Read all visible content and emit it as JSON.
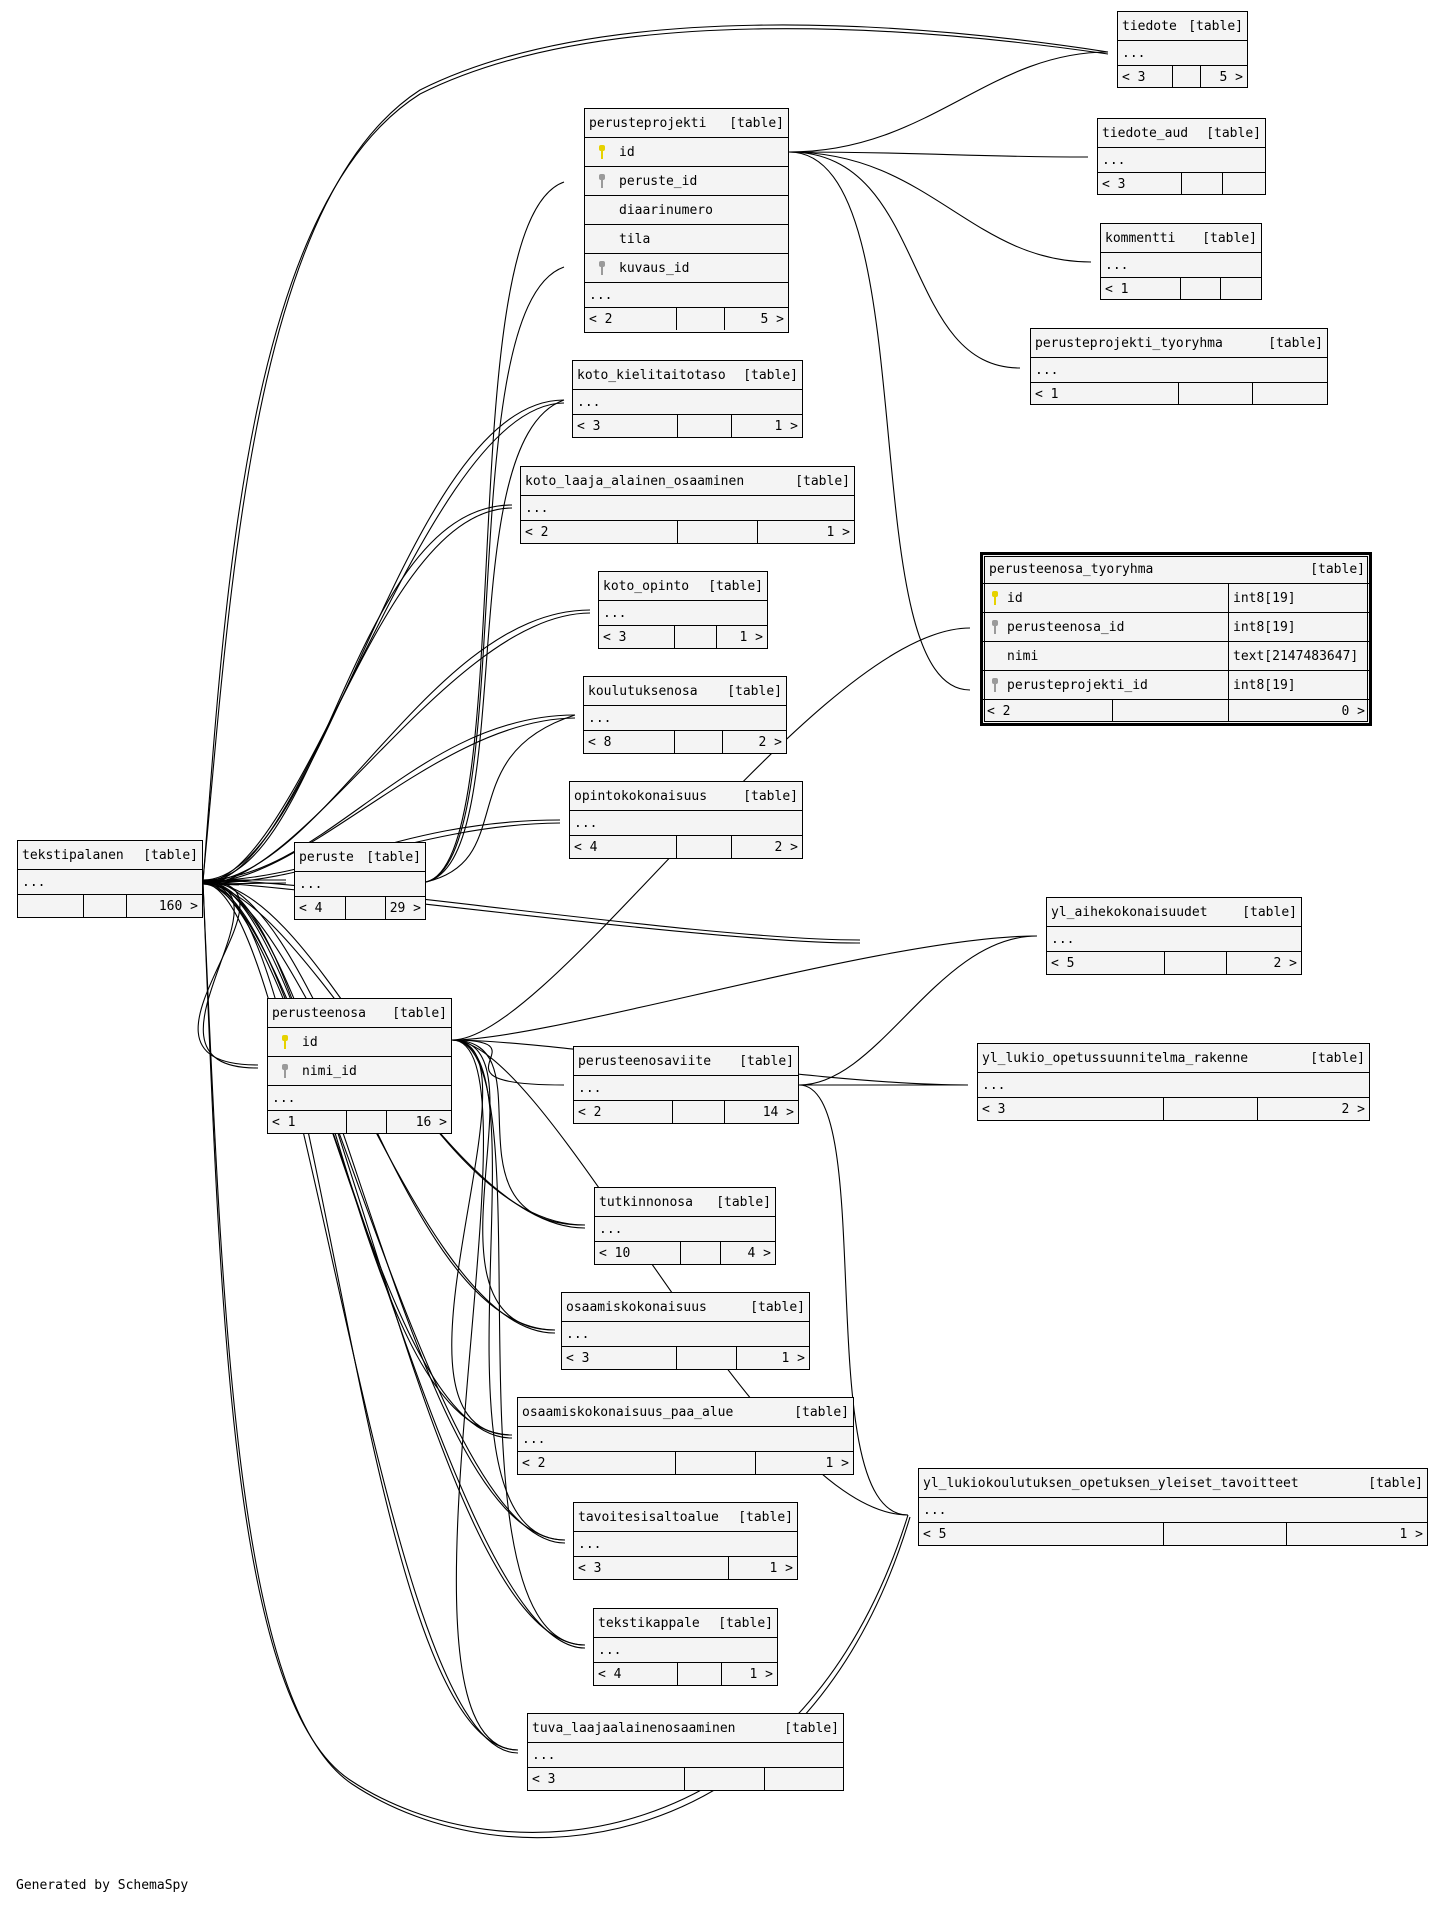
{
  "footer_text": "Generated by SchemaSpy",
  "tag_label": "[table]",
  "colors": {
    "primary_key": "#e6d200",
    "foreign_key": "#9a9a9a",
    "background": "#f4f4f4"
  },
  "tables": {
    "tiedote": {
      "name": "tiedote",
      "dots": "...",
      "parents": "< 3",
      "mid": "",
      "children": "5 >"
    },
    "perusteprojekti": {
      "name": "perusteprojekti",
      "columns": [
        {
          "name": "id",
          "key": "primary-key-icon"
        },
        {
          "name": "peruste_id",
          "key": "foreign-key-icon"
        },
        {
          "name": "diaarinumero",
          "key": ""
        },
        {
          "name": "tila",
          "key": ""
        },
        {
          "name": "kuvaus_id",
          "key": "foreign-key-icon"
        }
      ],
      "dots": "...",
      "parents": "< 2",
      "mid": "",
      "children": "5 >"
    },
    "tiedote_aud": {
      "name": "tiedote_aud",
      "dots": "...",
      "parents": "< 3",
      "mid": "",
      "children": ""
    },
    "kommentti": {
      "name": "kommentti",
      "dots": "...",
      "parents": "< 1",
      "mid": "",
      "children": ""
    },
    "perusteprojekti_tyoryhma": {
      "name": "perusteprojekti_tyoryhma",
      "dots": "...",
      "parents": "< 1",
      "mid": "",
      "children": ""
    },
    "koto_kielitaitotaso": {
      "name": "koto_kielitaitotaso",
      "dots": "...",
      "parents": "< 3",
      "mid": "",
      "children": "1 >"
    },
    "koto_laaja_alainen_osaaminen": {
      "name": "koto_laaja_alainen_osaaminen",
      "dots": "...",
      "parents": "< 2",
      "mid": "",
      "children": "1 >"
    },
    "perusteenosa_tyoryhma": {
      "name": "perusteenosa_tyoryhma",
      "columns": [
        {
          "name": "id",
          "type": "int8[19]",
          "key": "primary-key-icon"
        },
        {
          "name": "perusteenosa_id",
          "type": "int8[19]",
          "key": "foreign-key-icon"
        },
        {
          "name": "nimi",
          "type": "text[2147483647]",
          "key": ""
        },
        {
          "name": "perusteprojekti_id",
          "type": "int8[19]",
          "key": "foreign-key-icon"
        }
      ],
      "parents": "< 2",
      "mid": "",
      "children": "0 >"
    },
    "koto_opinto": {
      "name": "koto_opinto",
      "dots": "...",
      "parents": "< 3",
      "mid": "",
      "children": "1 >"
    },
    "koulutuksenosa": {
      "name": "koulutuksenosa",
      "dots": "...",
      "parents": "< 8",
      "mid": "",
      "children": "2 >"
    },
    "opintokokonaisuus": {
      "name": "opintokokonaisuus",
      "dots": "...",
      "parents": "< 4",
      "mid": "",
      "children": "2 >"
    },
    "tekstipalanen": {
      "name": "tekstipalanen",
      "dots": "...",
      "parents": "",
      "mid": "",
      "children": "160 >"
    },
    "peruste": {
      "name": "peruste",
      "dots": "...",
      "parents": "< 4",
      "mid": "",
      "children": "29 >"
    },
    "yl_aihekokonaisuudet": {
      "name": "yl_aihekokonaisuudet",
      "dots": "...",
      "parents": "< 5",
      "mid": "",
      "children": "2 >"
    },
    "perusteenosa": {
      "name": "perusteenosa",
      "columns": [
        {
          "name": "id",
          "key": "primary-key-icon"
        },
        {
          "name": "nimi_id",
          "key": "foreign-key-icon"
        }
      ],
      "dots": "...",
      "parents": "< 1",
      "mid": "",
      "children": "16 >"
    },
    "perusteenosaviite": {
      "name": "perusteenosaviite",
      "dots": "...",
      "parents": "< 2",
      "mid": "",
      "children": "14 >"
    },
    "yl_lukio_opetussuunnitelma_rakenne": {
      "name": "yl_lukio_opetussuunnitelma_rakenne",
      "dots": "...",
      "parents": "< 3",
      "mid": "",
      "children": "2 >"
    },
    "tutkinnonosa": {
      "name": "tutkinnonosa",
      "dots": "...",
      "parents": "< 10",
      "mid": "",
      "children": "4 >"
    },
    "osaamiskokonaisuus": {
      "name": "osaamiskokonaisuus",
      "dots": "...",
      "parents": "< 3",
      "mid": "",
      "children": "1 >"
    },
    "osaamiskokonaisuus_paa_alue": {
      "name": "osaamiskokonaisuus_paa_alue",
      "dots": "...",
      "parents": "< 2",
      "mid": "",
      "children": "1 >"
    },
    "yl_lukiokoulutuksen_opetuksen_yleiset_tavoitteet": {
      "name": "yl_lukiokoulutuksen_opetuksen_yleiset_tavoitteet",
      "dots": "...",
      "parents": "< 5",
      "mid": "",
      "children": "1 >"
    },
    "tavoitesisaltoalue": {
      "name": "tavoitesisaltoalue",
      "dots": "...",
      "parents": "< 3",
      "mid": "",
      "children": "1 >"
    },
    "tekstikappale": {
      "name": "tekstikappale",
      "dots": "...",
      "parents": "< 4",
      "mid": "",
      "children": "1 >"
    },
    "tuva_laajaalainenosaaminen": {
      "name": "tuva_laajaalainenosaaminen",
      "dots": "...",
      "parents": "< 3",
      "mid": "",
      "children": ""
    }
  }
}
